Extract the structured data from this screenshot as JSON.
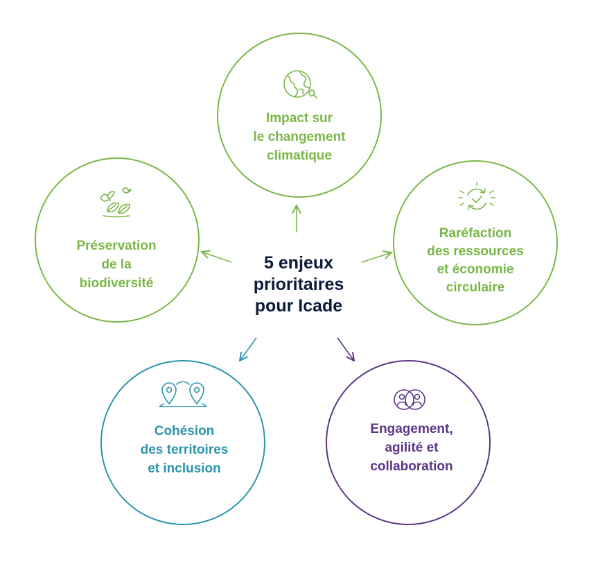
{
  "colors": {
    "green": "#7ab648",
    "teal": "#2a93ad",
    "purple": "#5c3585",
    "navy": "#0c1a3a"
  },
  "center": {
    "lines": [
      "5 enjeux",
      "prioritaires",
      "pour Icade"
    ]
  },
  "nodes": [
    {
      "id": "climate",
      "icon": "globe-icon",
      "color": "green",
      "lines": [
        "Impact sur",
        "le changement",
        "climatique"
      ]
    },
    {
      "id": "resources",
      "icon": "recycle-check-icon",
      "color": "green",
      "lines": [
        "Raréfaction",
        "des ressources",
        "et économie",
        "circulaire"
      ]
    },
    {
      "id": "engagement",
      "icon": "people-icon",
      "color": "purple",
      "lines": [
        "Engagement,",
        "agilité et",
        "collaboration"
      ]
    },
    {
      "id": "cohesion",
      "icon": "map-pins-icon",
      "color": "teal",
      "lines": [
        "Cohésion",
        "des territoires",
        "et inclusion"
      ]
    },
    {
      "id": "biodiversity",
      "icon": "birds-leaves-icon",
      "color": "green",
      "lines": [
        "Préservation",
        "de la",
        "biodiversité"
      ]
    }
  ]
}
